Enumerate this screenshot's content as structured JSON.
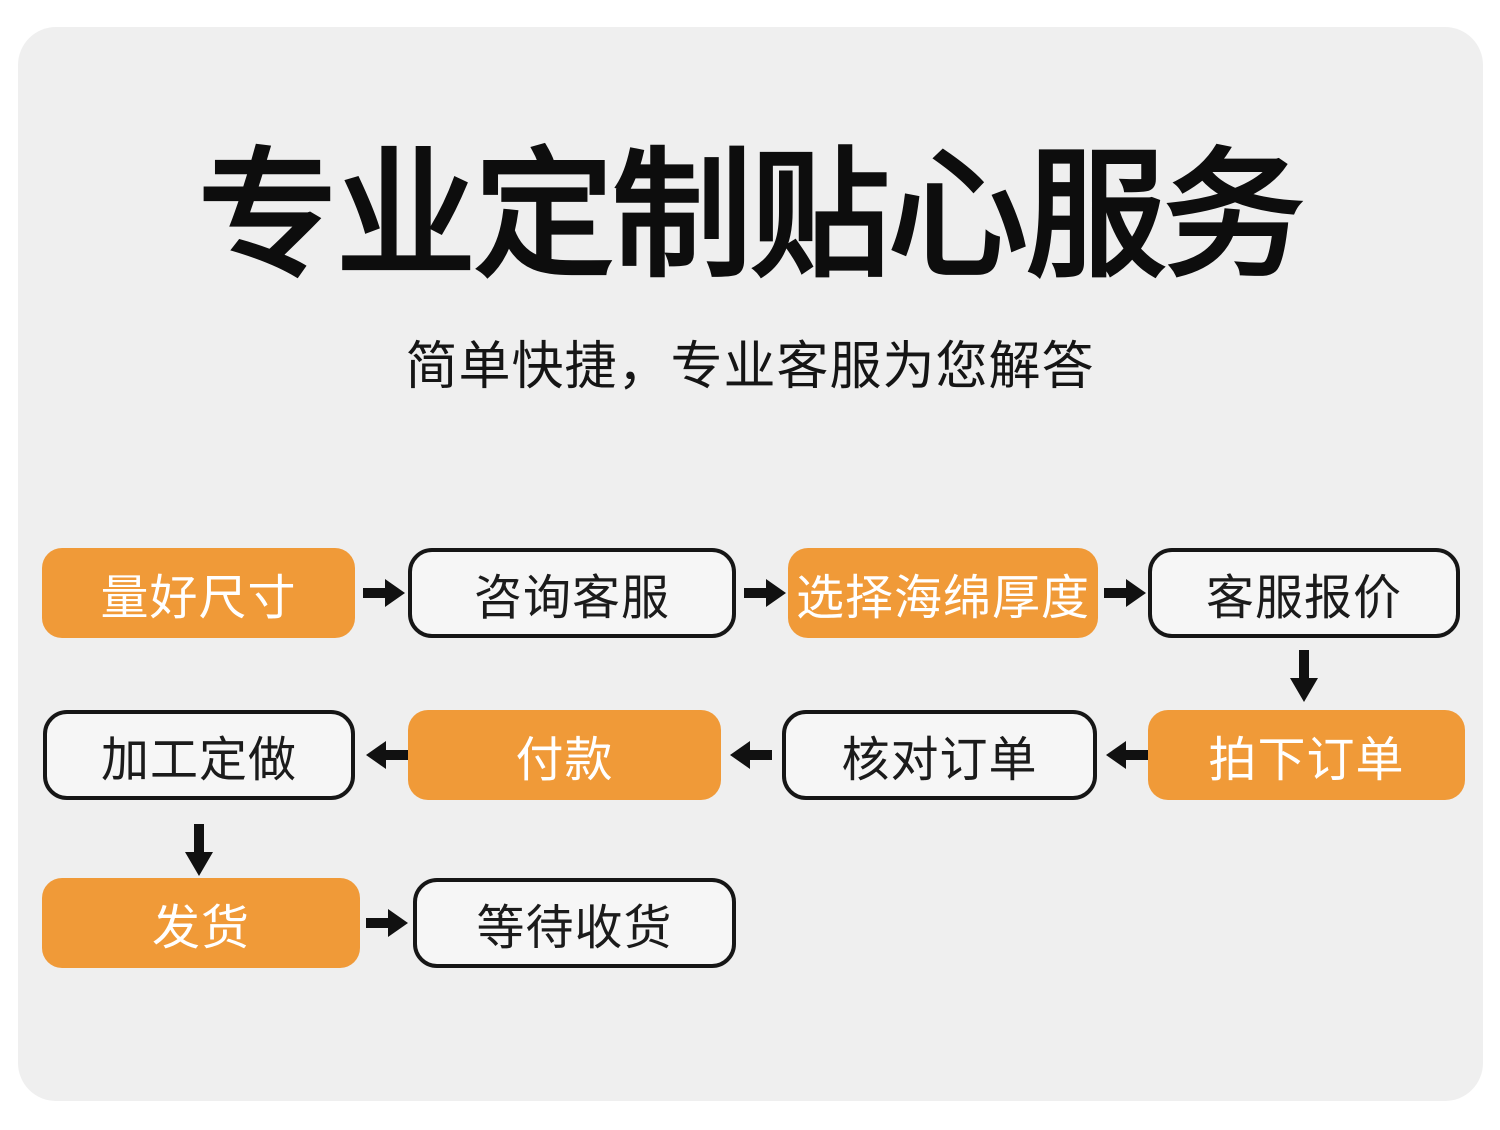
{
  "banner": {
    "title": "专业定制贴心服务",
    "subtitle": "简单快捷，专业客服为您解答"
  },
  "colors": {
    "accent_orange": "#F09A38",
    "panel_background": "#EFEFEF",
    "box_border_black": "#161616",
    "title_text": "#0D0D0D",
    "orange_box_text": "#FFFFFF"
  },
  "flow": {
    "steps": [
      {
        "label": "量好尺寸",
        "style": "orange"
      },
      {
        "label": "咨询客服",
        "style": "outline"
      },
      {
        "label": "选择海绵厚度",
        "style": "orange"
      },
      {
        "label": "客服报价",
        "style": "outline"
      },
      {
        "label": "拍下订单",
        "style": "orange"
      },
      {
        "label": "核对订单",
        "style": "outline"
      },
      {
        "label": "付款",
        "style": "orange"
      },
      {
        "label": "加工定做",
        "style": "outline"
      },
      {
        "label": "发货",
        "style": "orange"
      },
      {
        "label": "等待收货",
        "style": "outline"
      }
    ],
    "arrow_icons": {
      "right": "arrow-right-icon",
      "left": "arrow-left-icon",
      "down": "arrow-down-icon"
    }
  }
}
